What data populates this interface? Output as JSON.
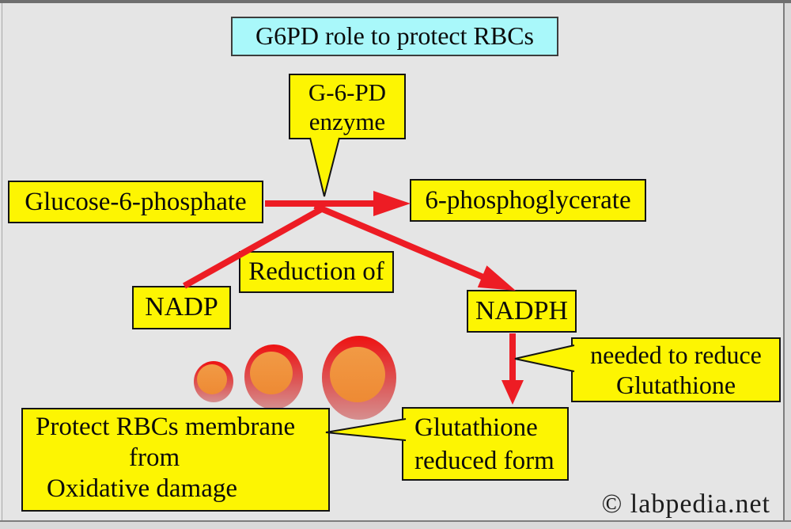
{
  "title": "G6PD role to protect RBCs",
  "boxes": {
    "glucose": "Glucose-6-phosphate",
    "product": "6-phosphoglycerate",
    "enzyme": {
      "line1": "G-6-PD",
      "line2": "enzyme"
    },
    "reduction": "Reduction of",
    "nadp": "NADP",
    "nadph": "NADPH",
    "needed": {
      "line1": "needed to reduce",
      "line2": "Glutathione"
    },
    "glutathione": {
      "line1": "Glutathione",
      "line2": "reduced form"
    },
    "protect": {
      "line1": "Protect RBCs membrane",
      "line2": "from",
      "line3": "Oxidative damage"
    }
  },
  "watermark": "© labpedia.net",
  "icons": {
    "rbc_icon": "red-blood-cells-three-increasing-size"
  },
  "colors": {
    "background": "#e5e5e5",
    "box_fill": "#fdf502",
    "box_border": "#141414",
    "title_fill": "#a9f8fa",
    "arrow_red": "#ed1c24",
    "rbc_ring_top": "#ee1212",
    "rbc_ring_bottom": "#d68f8f",
    "rbc_inner": "#ef8f3b"
  }
}
